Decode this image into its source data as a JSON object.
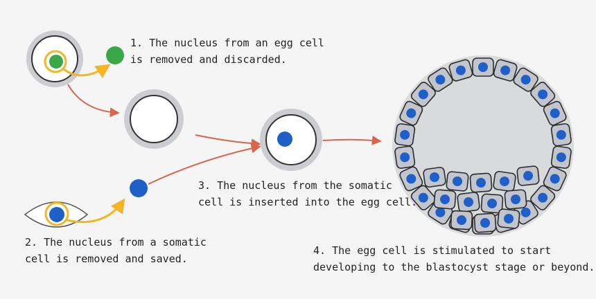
{
  "steps": [
    {
      "lines": [
        "1. The nucleus from an egg cell",
        "is removed and discarded."
      ]
    },
    {
      "lines": [
        "2. The nucleus from a somatic",
        "cell is removed and saved."
      ]
    },
    {
      "lines": [
        "3. The nucleus from the somatic",
        "cell is inserted into the egg cell."
      ]
    },
    {
      "lines": [
        "4. The egg cell is stimulated to start",
        "developing to the blastocyst stage or beyond."
      ]
    }
  ],
  "colors": {
    "background": "#f5f5f5",
    "egg_ring": "#cbcdd0",
    "egg_fill": "#ffffff",
    "cell_outline": "#333333",
    "egg_nucleus": "#3aa846",
    "somatic_nucleus": "#1f5fc8",
    "highlight": "#f2b625",
    "arrow": "#d9654e",
    "blastocyst_fill": "#d9dadc",
    "blastocyst_cell": "#c2c6cc"
  },
  "icons": [
    "egg-cell-icon",
    "empty-egg-cell-icon",
    "reconstructed-egg-cell-icon",
    "somatic-cell-icon",
    "blastocyst-icon"
  ]
}
